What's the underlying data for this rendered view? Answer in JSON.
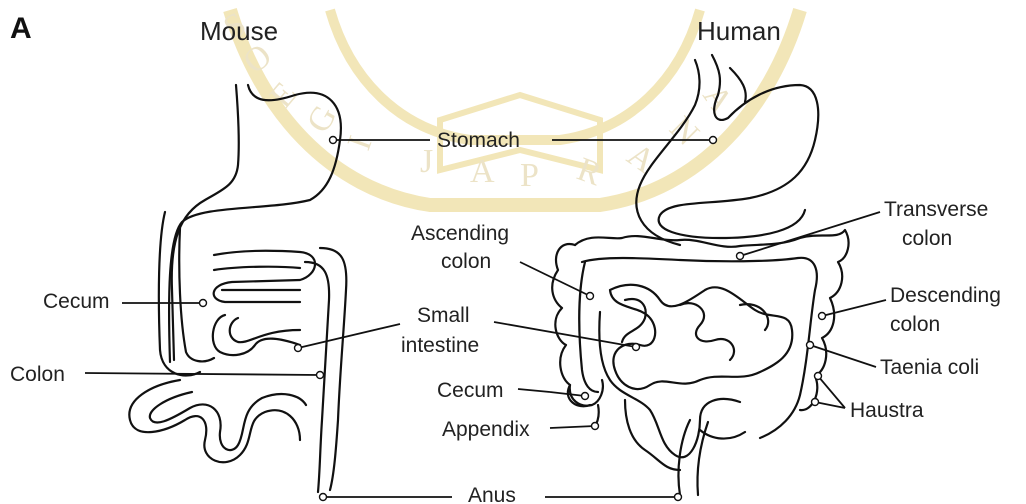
{
  "panel_label": "A",
  "titles": {
    "mouse": "Mouse",
    "human": "Human"
  },
  "labels": {
    "stomach": "Stomach",
    "ascending_colon_1": "Ascending",
    "ascending_colon_2": "colon",
    "transverse_colon_1": "Transverse",
    "transverse_colon_2": "colon",
    "descending_colon_1": "Descending",
    "descending_colon_2": "colon",
    "cecum_mouse": "Cecum",
    "cecum_human": "Cecum",
    "small_intestine_1": "Small",
    "small_intestine_2": "intestine",
    "colon": "Colon",
    "taenia_coli": "Taenia coli",
    "haustra": "Haustra",
    "appendix": "Appendix",
    "anus": "Anus"
  },
  "watermark": {
    "letters": [
      "S",
      "O",
      "E",
      "G",
      "I",
      "J",
      "A",
      "P",
      "R",
      "A",
      "N",
      "A"
    ]
  },
  "colors": {
    "ink": "#111111",
    "watermark": "#f2e6b8",
    "background": "#ffffff"
  }
}
